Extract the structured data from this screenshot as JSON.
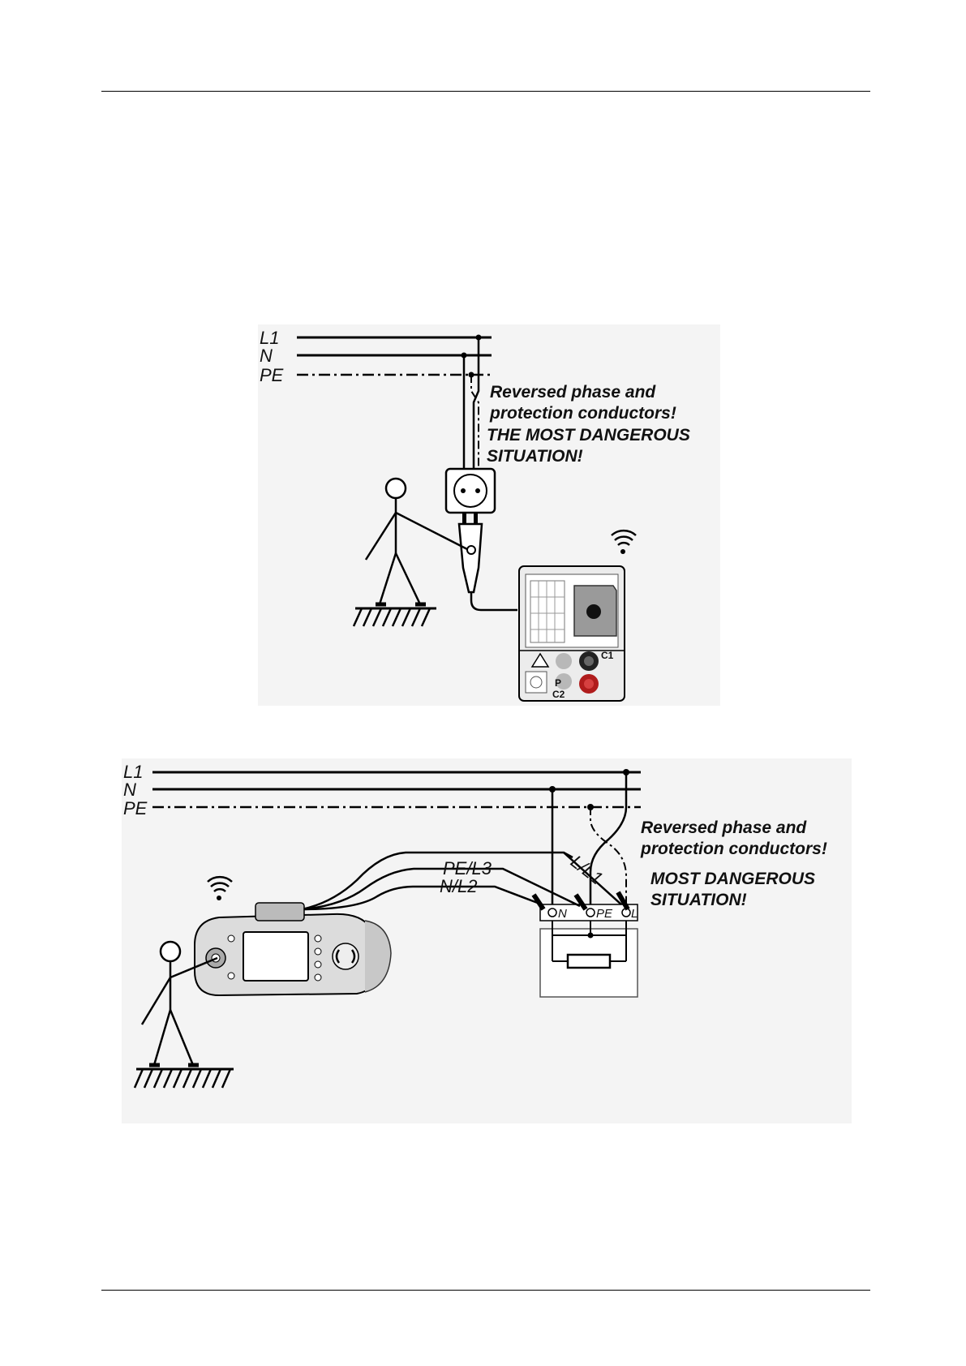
{
  "diagram1": {
    "conductors": [
      "L1",
      "N",
      "PE"
    ],
    "warning_line1": "Reversed phase and",
    "warning_line2": "protection conductors!",
    "danger_line1": "THE MOST DANGEROUS",
    "danger_line2": "SITUATION!",
    "terminal_c1": "C1",
    "terminal_p": "P",
    "terminal_c2": "C2"
  },
  "diagram2": {
    "conductors": [
      "L1",
      "N",
      "PE"
    ],
    "warning_line1": "Reversed phase and",
    "warning_line2": "protection conductors!",
    "danger_line1": "MOST DANGEROUS",
    "danger_line2": "SITUATION!",
    "lead_l": "L/L1",
    "lead_pe": "PE/L3",
    "lead_n": "N/L2",
    "terminal_n": "N",
    "terminal_pe": "PE",
    "terminal_l": "L"
  }
}
